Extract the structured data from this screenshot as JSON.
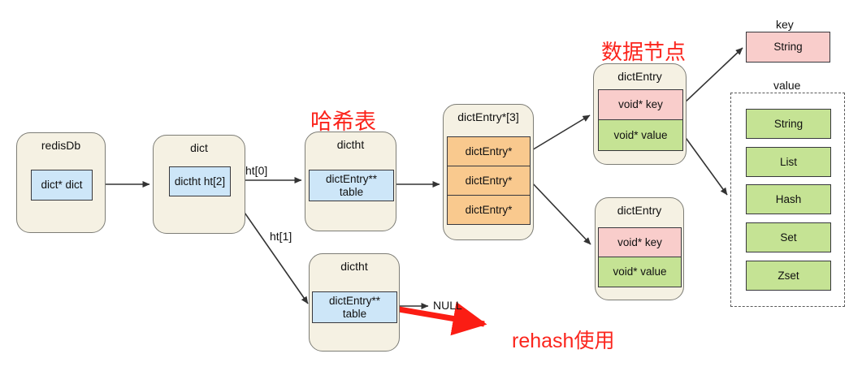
{
  "nodes": {
    "redisdb": {
      "title": "redisDb",
      "field": "dict* dict"
    },
    "dict": {
      "title": "dict",
      "field": "dictht ht[2]"
    },
    "hashtable_main": {
      "title": "dictht",
      "field_line1": "dictEntry**",
      "field_line2": "table"
    },
    "hashtable_rehash": {
      "title": "dictht",
      "field_line1": "dictEntry**",
      "field_line2": "table"
    },
    "entry_array": {
      "title": "dictEntry*[3]",
      "cells": [
        "dictEntry*",
        "dictEntry*",
        "dictEntry*"
      ]
    },
    "entry1": {
      "title": "dictEntry",
      "key_field": "void* key",
      "value_field": "void* value"
    },
    "entry2": {
      "title": "dictEntry",
      "key_field": "void* key",
      "value_field": "void* value"
    }
  },
  "key_section": {
    "label": "key",
    "type": "String"
  },
  "value_section": {
    "label": "value",
    "types": [
      "String",
      "List",
      "Hash",
      "Set",
      "Zset"
    ]
  },
  "labels": {
    "ht0": "ht[0]",
    "ht1": "ht[1]",
    "null": "NULL"
  },
  "annotations": {
    "hash_table": "哈希表",
    "data_node": "数据节点",
    "rehash": "rehash使用"
  },
  "colors": {
    "container_fill": "#f5f1e3",
    "container_border": "#7d7d76",
    "blue": "#cde6f8",
    "orange": "#f9c98e",
    "pink": "#f9cdcb",
    "green": "#c5e394",
    "annotation_red": "#fb251d",
    "arrow_black": "#333333",
    "arrow_red": "#fb1d14"
  }
}
